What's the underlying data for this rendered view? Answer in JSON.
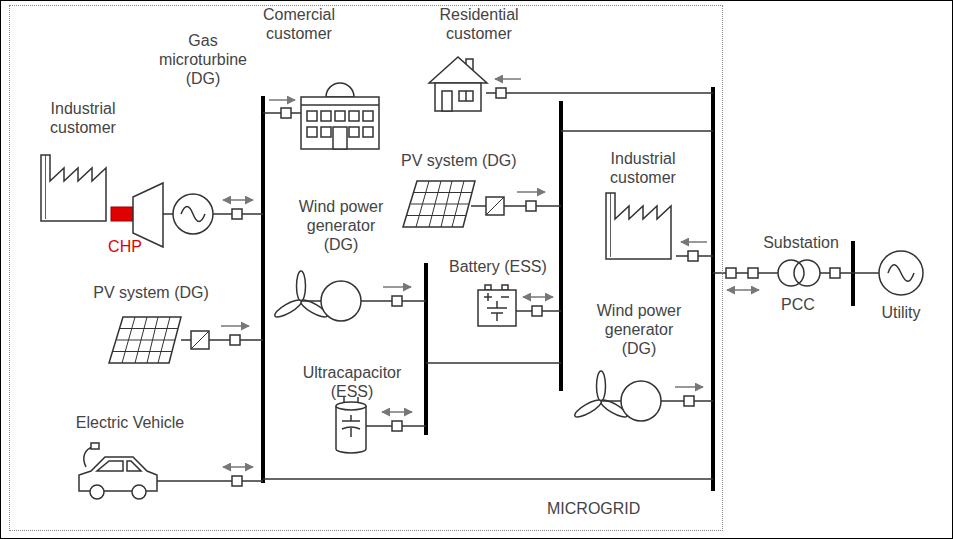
{
  "diagram": {
    "nodes": [
      {
        "text": [
          "MICROGRID"
        ]
      }
    ],
    "labels": [
      "Comercial customer",
      "Residential customer",
      "Industrial customer",
      "Gas microturbine (DG)",
      "CHP",
      "PV system (DG)",
      "Wind power generator (DG)",
      "Battery (ESS)",
      "Industrial customer",
      "Substation",
      "PCC",
      "Utility",
      "PV system (DG)",
      "Ultracapacitor (ESS)",
      "Wind power generator (DG)",
      "Electric Vehicle"
    ]
  }
}
